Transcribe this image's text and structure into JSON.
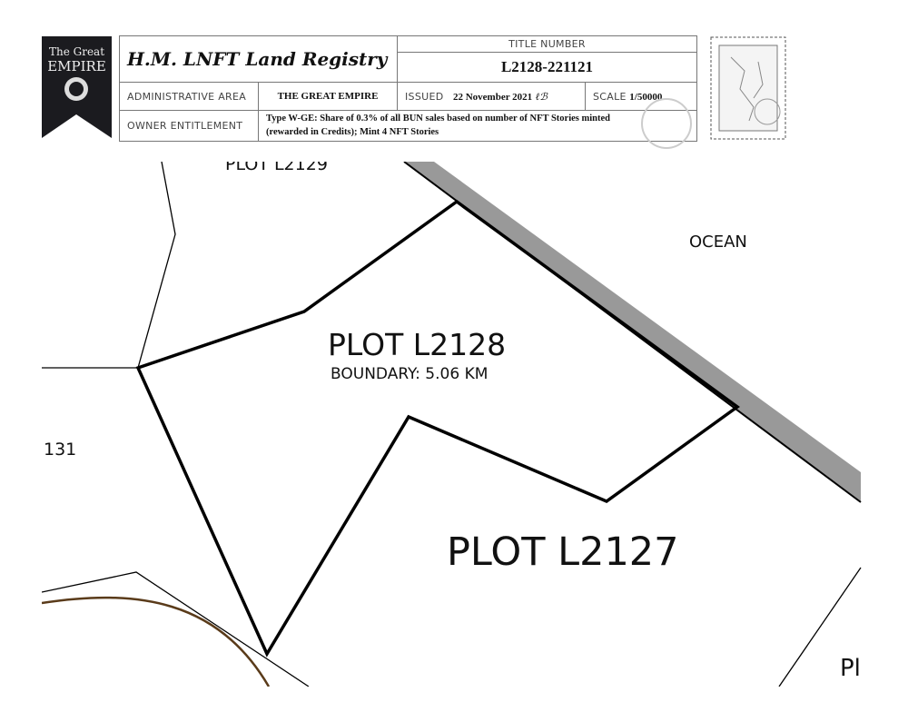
{
  "logo": {
    "line1": "The Great",
    "line2": "EMPIRE"
  },
  "header": {
    "registry_title": "H.M. LNFT Land Registry",
    "title_number_label": "TITLE NUMBER",
    "title_number": "L2128-221121",
    "admin_area_label": "ADMINISTRATIVE AREA",
    "admin_area": "THE GREAT EMPIRE",
    "issued_label": "ISSUED",
    "issued": "22 November 2021",
    "scale_label": "SCALE",
    "scale": "1/50000",
    "owner_label": "OWNER ENTITLEMENT",
    "owner_line1": "Type W-GE: Share of 0.3% of all BUN sales based on number of NFT Stories minted",
    "owner_line2": "(rewarded in Credits); Mint 4 NFT Stories"
  },
  "map": {
    "plot_north": "PLOT L2129",
    "ocean": "OCEAN",
    "plot_main": "PLOT L2128",
    "boundary": "BOUNDARY: 5.06 KM",
    "plot_west": "131",
    "plot_south": "PLOT L2127",
    "plot_east": "Pl"
  }
}
